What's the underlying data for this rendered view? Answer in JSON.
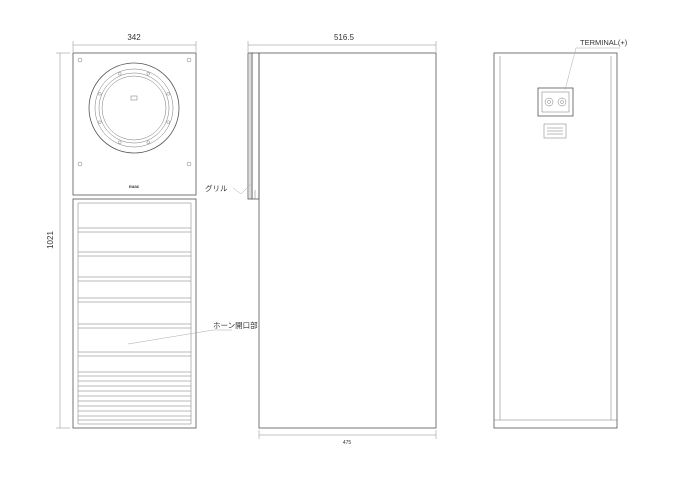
{
  "front_view": {
    "width_label": "342",
    "height_label": "1021",
    "logo": "nuac",
    "horn_label": "ホーン開口部"
  },
  "side_view": {
    "width_label": "516.5",
    "grille_label": "グリル",
    "bottom_label": "475"
  },
  "rear_view": {
    "terminal_label": "TERMINAL(+)"
  },
  "colors": {
    "line": "#555555",
    "text": "#333333",
    "background": "#ffffff"
  }
}
